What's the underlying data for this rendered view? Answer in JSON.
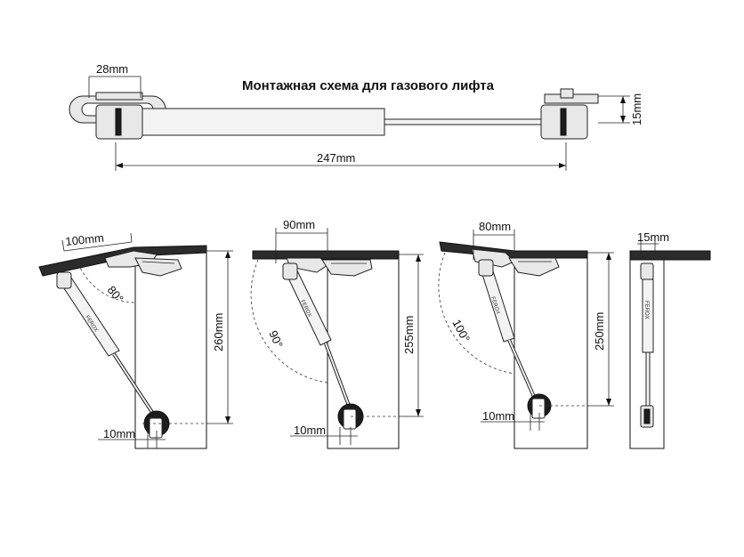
{
  "title": "Монтажная схема для газового лифта",
  "top_strut": {
    "width_label": "28mm",
    "length_label": "247mm",
    "height_label": "15mm"
  },
  "installs": [
    {
      "top_label": "100mm",
      "angle_label": "80°",
      "height_label": "260mm",
      "offset_label": "10mm"
    },
    {
      "top_label": "90mm",
      "angle_label": "90°",
      "height_label": "255mm",
      "offset_label": "10mm"
    },
    {
      "top_label": "80mm",
      "angle_label": "100°",
      "height_label": "250mm",
      "offset_label": "10mm"
    }
  ],
  "side_view": {
    "width_label": "15mm"
  },
  "icons": {
    "strut": "gas-strut-icon",
    "hinge": "hinge-bracket-icon",
    "mount": "mount-bracket-icon"
  }
}
